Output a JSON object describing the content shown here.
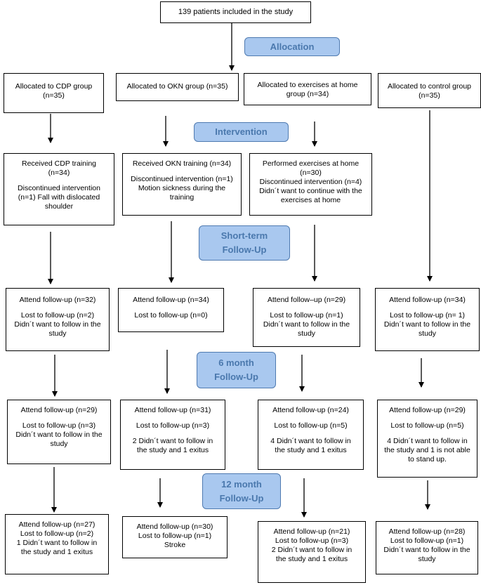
{
  "top": {
    "lines": [
      "139 patients included in the study"
    ]
  },
  "stages": {
    "allocation": [
      "Allocation"
    ],
    "intervention": [
      "Intervention"
    ],
    "short_term": [
      "Short-term",
      "Follow-Up"
    ],
    "six_month": [
      "6 month",
      "Follow-Up"
    ],
    "twelve_month": [
      "12 month",
      "Follow-Up"
    ]
  },
  "groups": [
    {
      "allocated": [
        "Allocated to CDP group",
        "(n=35)"
      ],
      "intervention": [
        "Received CDP training",
        "(n=34)",
        "",
        "Discontinued intervention",
        "(n=1) Fall with dislocated",
        "shoulder"
      ],
      "short_term": [
        "Attend follow-up (n=32)",
        "",
        "Lost to follow-up (n=2)",
        "Didn´t want to follow in the",
        "study"
      ],
      "six_month": [
        "Attend follow-up (n=29)",
        "",
        "Lost to follow-up (n=3)",
        "Didn´t want to follow in the",
        "study"
      ],
      "twelve_month": [
        "Attend follow-up (n=27)",
        "Lost to follow-up (n=2)",
        "1 Didn´t want to follow in",
        "the study and 1 exitus"
      ]
    },
    {
      "allocated": [
        "Allocated to OKN group (n=35)"
      ],
      "intervention": [
        "Received OKN training (n=34)",
        "",
        "Discontinued intervention (n=1)",
        "Motion sickness during the",
        "training"
      ],
      "short_term": [
        "Attend follow-up (n=34)",
        "",
        "Lost to follow-up (n=0)"
      ],
      "six_month": [
        "Attend follow-up (n=31)",
        "",
        "Lost to follow-up (n=3)",
        "",
        "2 Didn´t want to follow in",
        "the study and 1 exitus"
      ],
      "twelve_month": [
        "Attend follow-up (n=30)",
        "Lost to follow-up (n=1)",
        "Stroke"
      ]
    },
    {
      "allocated": [
        "Allocated to exercises at home",
        "group (n=34)"
      ],
      "intervention": [
        "Performed exercises at home",
        "(n=30)",
        "Discontinued intervention (n=4)",
        "Didn´t want to continue with the",
        "exercises at home"
      ],
      "short_term": [
        "Attend follow–up (n=29)",
        "",
        "Lost to follow-up (n=1)",
        "Didn´t want to follow in the",
        "study"
      ],
      "six_month": [
        "Attend follow-up (n=24)",
        "",
        "Lost to follow-up (n=5)",
        "",
        "4 Didn´t want to follow in",
        "the study and 1 exitus"
      ],
      "twelve_month": [
        "Attend follow-up (n=21)",
        "Lost to follow-up (n=3)",
        "2 Didn´t want to follow in",
        "the study and 1 exitus"
      ]
    },
    {
      "allocated": [
        "Allocated to control group",
        "(n=35)"
      ],
      "intervention": [],
      "short_term": [
        "Attend follow-up (n=34)",
        "",
        "Lost to follow-up (n= 1)",
        "Didn´t want to follow in the",
        "study"
      ],
      "six_month": [
        "Attend follow-up (n=29)",
        "",
        "Lost to follow-up (n=5)",
        "",
        "4 Didn´t want to follow in",
        "the study and 1 is not able",
        "to stand up."
      ],
      "twelve_month": [
        "Attend follow-up (n=28)",
        "Lost to follow-up (n=1)",
        "Didn´t want to follow in the",
        "study"
      ]
    }
  ]
}
